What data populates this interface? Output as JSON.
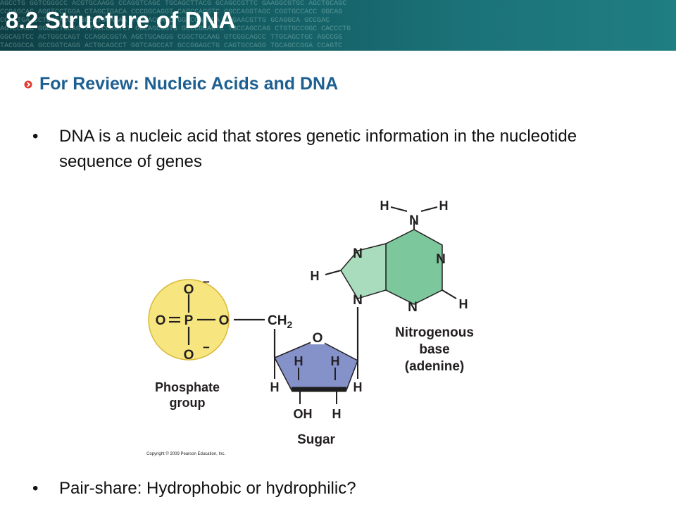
{
  "header": {
    "title": "8.2 Structure of DNA",
    "background_sequence": [
      "AGCCTG  GGTCGGGCC  ACGTGCAAGG  CCAGGTCAGC  TGCAGCTTACG  GCAGCCGTTC  GAAGGCGTGC  AGCTGCAGC",
      "CCGAGCAC  AGGTCCTGGA  CTAGCTGACA  CCCGGCAGGT  CAGCCAGGTC  GGCCAGGTAGC  CGGTGCCACC  GGCAG",
      "CCAGTGA  CCTGTGACGC  GCCATGCACAA  TGCCACCAGC  GGGCCACCCA  GGGAACGTTG  GCAGGCA  GCCGAC",
      "AGTCCAGC  GGCGCTGCAG  TTACCCGGTCT  GCCAGCGGTG  GCCCGGAGTC  TGCCAGCCAG  CTGTGCCGGC  CACCCTG",
      "GGCAGTCC  ACTGGCCAGT  CCAGGCGGTA  AGCTGCAGGG  CGGCTGCAAG  GTCGGCAGCC  TTGCAGCTGC  AGCCGG",
      "TACGGCCA  GCCGGTCAGG  ACTGCAGCCT  GGTCAGCCAT  GCCGGAGCTG  CAGTGCCAGG  TGCAGCCGGA  CCAGTC"
    ]
  },
  "review": {
    "title": "For Review: Nucleic Acids and DNA"
  },
  "bullets": [
    "DNA is a nucleic acid that stores genetic information in the nucleotide sequence of genes",
    "Pair-share: Hydrophobic or hydrophilic?"
  ],
  "bullet_marker": "•",
  "diagram": {
    "colors": {
      "phosphate_fill": "#f7e680",
      "phosphate_stroke": "#d9b93a",
      "base_fill": "#7cc89c",
      "base_fill_light": "#a8dcbd",
      "sugar_fill": "#8591c9",
      "sugar_edge": "#1e1e1e",
      "review_icon": "#e03a2f"
    },
    "phosphate": {
      "atoms": {
        "o_top": "O",
        "o_left": "O",
        "p": "P",
        "o_right": "O",
        "o_bottom": "O"
      },
      "charge": "−",
      "label_line1": "Phosphate",
      "label_line2": "group"
    },
    "linker": {
      "ch": "CH",
      "sub": "2"
    },
    "sugar": {
      "ring_oxygen": "O",
      "h_inner_left": "H",
      "h_inner_right": "H",
      "h_outer_left": "H",
      "h_outer_right": "H",
      "oh": "OH",
      "h_bottom": "H",
      "label": "Sugar"
    },
    "base": {
      "n_amino": "N",
      "h_amino_left": "H",
      "h_amino_right": "H",
      "n7": "N",
      "n9": "N",
      "n1": "N",
      "n3": "N",
      "h8": "H",
      "h2": "H",
      "label_line1": "Nitrogenous",
      "label_line2": "base",
      "label_line3": "(adenine)"
    },
    "copyright": "Copyright © 2009 Pearson Education, Inc."
  }
}
